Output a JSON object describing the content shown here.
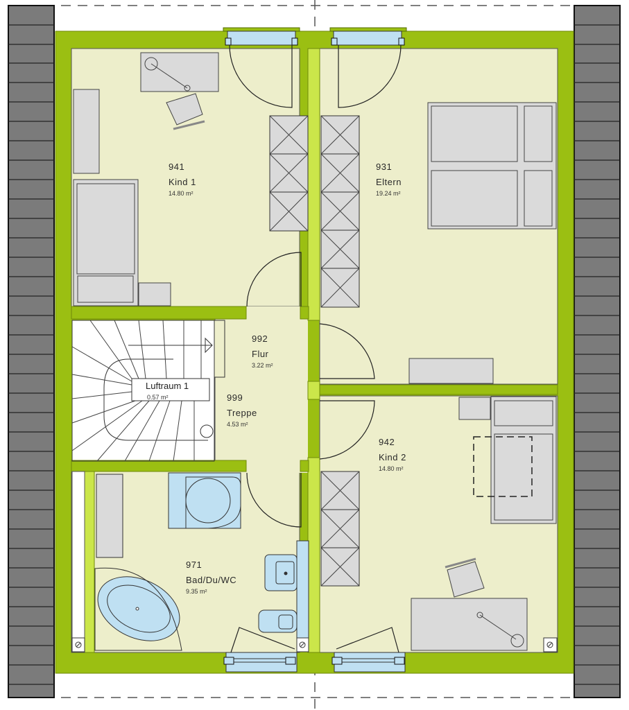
{
  "plan": {
    "type": "floor-plan",
    "level": "attic floor",
    "colors": {
      "outer_wall": "#9bbf12",
      "inner_wall": "#cbe64a",
      "floor": "#edeecb",
      "furniture": "#dadada",
      "sanitary": "#bfe0f2",
      "roof": "#7b7b7b",
      "window_glass": "#bfe0f2"
    }
  },
  "rooms": [
    {
      "id": "941",
      "name": "Kind 1",
      "area": "14.80 m²"
    },
    {
      "id": "931",
      "name": "Eltern",
      "area": "19.24 m²"
    },
    {
      "id": "992",
      "name": "Flur",
      "area": "3.22 m²"
    },
    {
      "id": "999",
      "name": "Treppe",
      "area": "4.53 m²"
    },
    {
      "id": "942",
      "name": "Kind 2",
      "area": "14.80 m²"
    },
    {
      "id": "971",
      "name": "Bad/Du/WC",
      "area": "9.35 m²"
    }
  ],
  "void": {
    "name": "Luftraum 1",
    "area": "0.57 m²"
  }
}
